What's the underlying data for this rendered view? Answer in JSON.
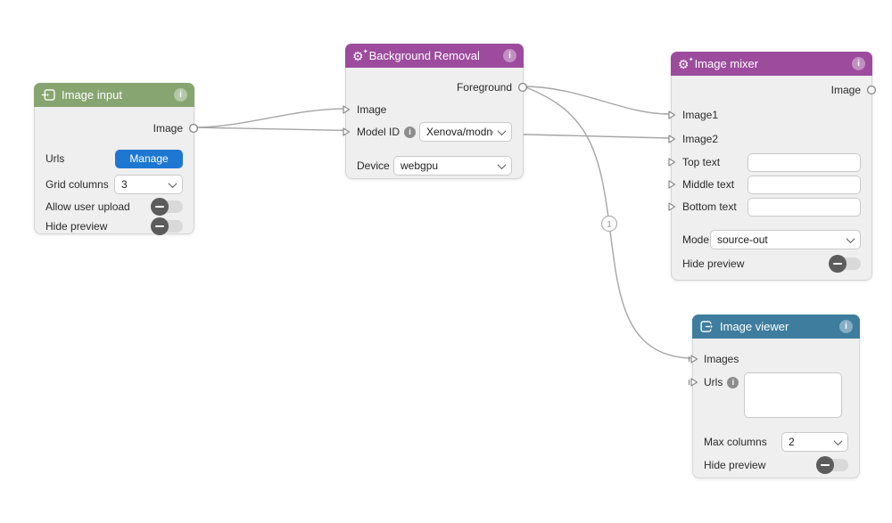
{
  "icons": {
    "gear": "⚙",
    "sparkle": "✦"
  },
  "edge_badge": "1",
  "nodes": {
    "image_input": {
      "title": "Image input",
      "header_icon": "import-icon",
      "output_label": "Image",
      "urls_label": "Urls",
      "manage_button": "Manage",
      "grid_columns_label": "Grid columns",
      "grid_columns_value": "3",
      "allow_upload_label": "Allow user upload",
      "hide_preview_label": "Hide preview"
    },
    "background_removal": {
      "title": "Background Removal",
      "header_icon": "gear-sparkle-icon",
      "output_label": "Foreground",
      "image_input_label": "Image",
      "model_id_label": "Model ID",
      "model_id_value": "Xenova/modnet",
      "device_label": "Device",
      "device_value": "webgpu"
    },
    "image_mixer": {
      "title": "Image mixer",
      "header_icon": "gear-sparkle-icon",
      "output_label": "Image",
      "image1_label": "Image1",
      "image2_label": "Image2",
      "top_text_label": "Top text",
      "top_text_value": "",
      "middle_text_label": "Middle text",
      "middle_text_value": "",
      "bottom_text_label": "Bottom text",
      "bottom_text_value": "",
      "mode_label": "Mode",
      "mode_value": "source-out",
      "hide_preview_label": "Hide preview"
    },
    "image_viewer": {
      "title": "Image viewer",
      "header_icon": "export-icon",
      "images_label": "Images",
      "urls_label": "Urls",
      "urls_value": "",
      "max_columns_label": "Max columns",
      "max_columns_value": "2",
      "hide_preview_label": "Hide preview"
    }
  },
  "colors": {
    "header_green": "#87a571",
    "header_purple": "#9c4b9d",
    "header_teal": "#3e7d9e",
    "node_body": "#efefef",
    "edge": "#a5a5a5",
    "accent_button": "#1e78d2"
  }
}
